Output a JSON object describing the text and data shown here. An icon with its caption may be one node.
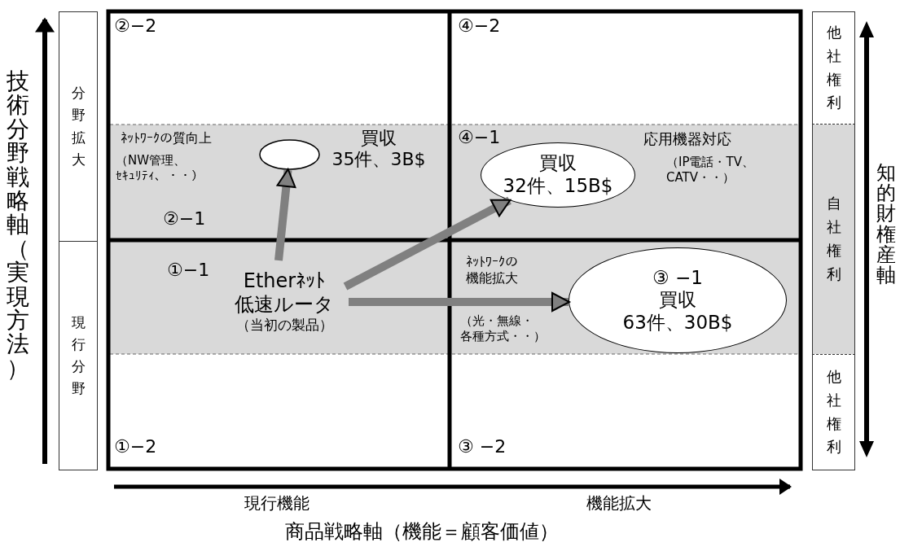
{
  "diagram": {
    "nodes": [
      {
        "text": [
          "分野拡大"
        ]
      },
      {
        "text": [
          "現行分野"
        ]
      },
      {
        "text": [
          "他社権利"
        ]
      },
      {
        "text": [
          "自社権利"
        ]
      },
      {
        "text": [
          "他社権利"
        ]
      },
      {
        "text": [],
        "shape": "ellipse",
        "beside": [
          "買収 35件、3B$"
        ]
      },
      {
        "text": [
          "買収",
          "32件、15B$"
        ]
      },
      {
        "text": [
          "Etherﾈｯﾄ低速ルータ",
          "（当初の製品）"
        ]
      },
      {
        "text": [
          "③ −1",
          "買収",
          "63件、30B$"
        ]
      }
    ],
    "edges": [
      {
        "from": 7,
        "to": 5,
        "arrow": "to"
      },
      {
        "from": 7,
        "to": 6,
        "arrow": "to"
      },
      {
        "from": 7,
        "to": 8,
        "arrow": "to"
      }
    ],
    "labels": [
      "技術分野戦略軸（実現方法）",
      "②−2",
      "④−2",
      "知的財権産軸",
      "ﾈｯﾄﾜｰｸの質向上",
      "（NW管理、ｾｷｭﾘﾃｨ、・・）",
      "④−1",
      "応用機器対応",
      "（IP電話・TV、CATV・・）",
      "②−1",
      "①−1",
      "ﾈｯﾄﾜｰｸの機能拡大",
      "（光・無線・各種方式・・）",
      "①−2",
      "③ −2",
      "現行機能",
      "機能拡大",
      "商品戦略軸（機能＝顧客価値）"
    ]
  }
}
